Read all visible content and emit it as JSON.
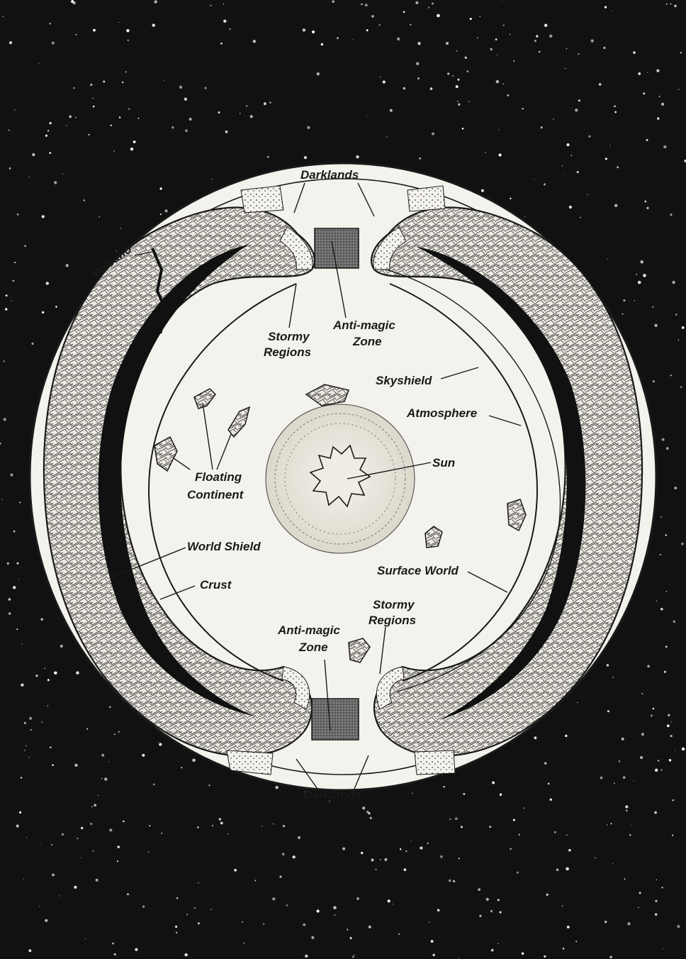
{
  "diagram": {
    "labels": {
      "darklands_top": "Darklands",
      "volcano": "Volcano",
      "stormy_top_1": "Stormy",
      "stormy_top_2": "Regions",
      "antimagic_top_1": "Anti-magic",
      "antimagic_top_2": "Zone",
      "skyshield": "Skyshield",
      "atmosphere": "Atmosphere",
      "floating_1": "Floating",
      "floating_2": "Continent",
      "sun": "Sun",
      "world_shield": "World Shield",
      "crust": "Crust",
      "surface_world": "Surface World",
      "stormy_bottom_1": "Stormy",
      "stormy_bottom_2": "Regions",
      "antimagic_bottom_1": "Anti-magic",
      "antimagic_bottom_2": "Zone",
      "darklands_bottom": "Darklands"
    },
    "colors": {
      "space": "#111111",
      "globe": "#f4f2ec",
      "ink": "#1a1a1a",
      "crust_fill": "#e9e6dd",
      "antimagic_fill": "#8a8a8a",
      "stars": "#ffffff"
    }
  }
}
